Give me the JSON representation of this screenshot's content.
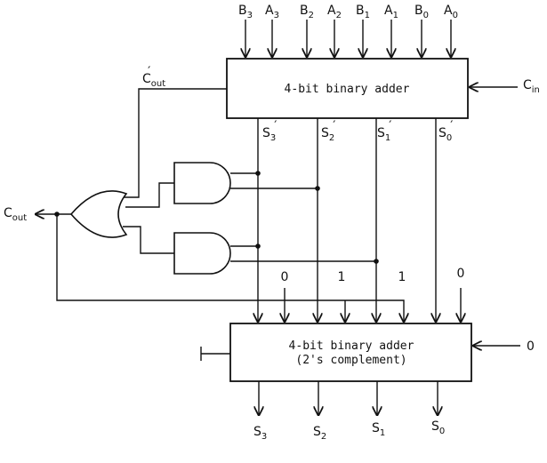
{
  "inputs_top": [
    {
      "base": "B",
      "sub": "3"
    },
    {
      "base": "A",
      "sub": "3"
    },
    {
      "base": "B",
      "sub": "2"
    },
    {
      "base": "A",
      "sub": "2"
    },
    {
      "base": "B",
      "sub": "1"
    },
    {
      "base": "A",
      "sub": "1"
    },
    {
      "base": "B",
      "sub": "0"
    },
    {
      "base": "A",
      "sub": "0"
    }
  ],
  "top_adder": {
    "label": "4-bit binary adder",
    "cin": {
      "base": "C",
      "sub": "in"
    },
    "cout_prime": {
      "base": "C",
      "sub": "out",
      "prime": "′"
    }
  },
  "intermediate_sums": [
    {
      "base": "S",
      "sub": "3",
      "prime": "′"
    },
    {
      "base": "S",
      "sub": "2",
      "prime": "′"
    },
    {
      "base": "S",
      "sub": "1",
      "prime": "′"
    },
    {
      "base": "S",
      "sub": "0",
      "prime": "′"
    }
  ],
  "correction_inputs": [
    "0",
    "1",
    "1",
    "0"
  ],
  "bottom_adder": {
    "label_line1": "4-bit binary adder",
    "label_line2": "(2's complement)",
    "cin_value": "0"
  },
  "cout": {
    "base": "C",
    "sub": "out"
  },
  "outputs": [
    {
      "base": "S",
      "sub": "3"
    },
    {
      "base": "S",
      "sub": "2"
    },
    {
      "base": "S",
      "sub": "1"
    },
    {
      "base": "S",
      "sub": "0"
    }
  ]
}
